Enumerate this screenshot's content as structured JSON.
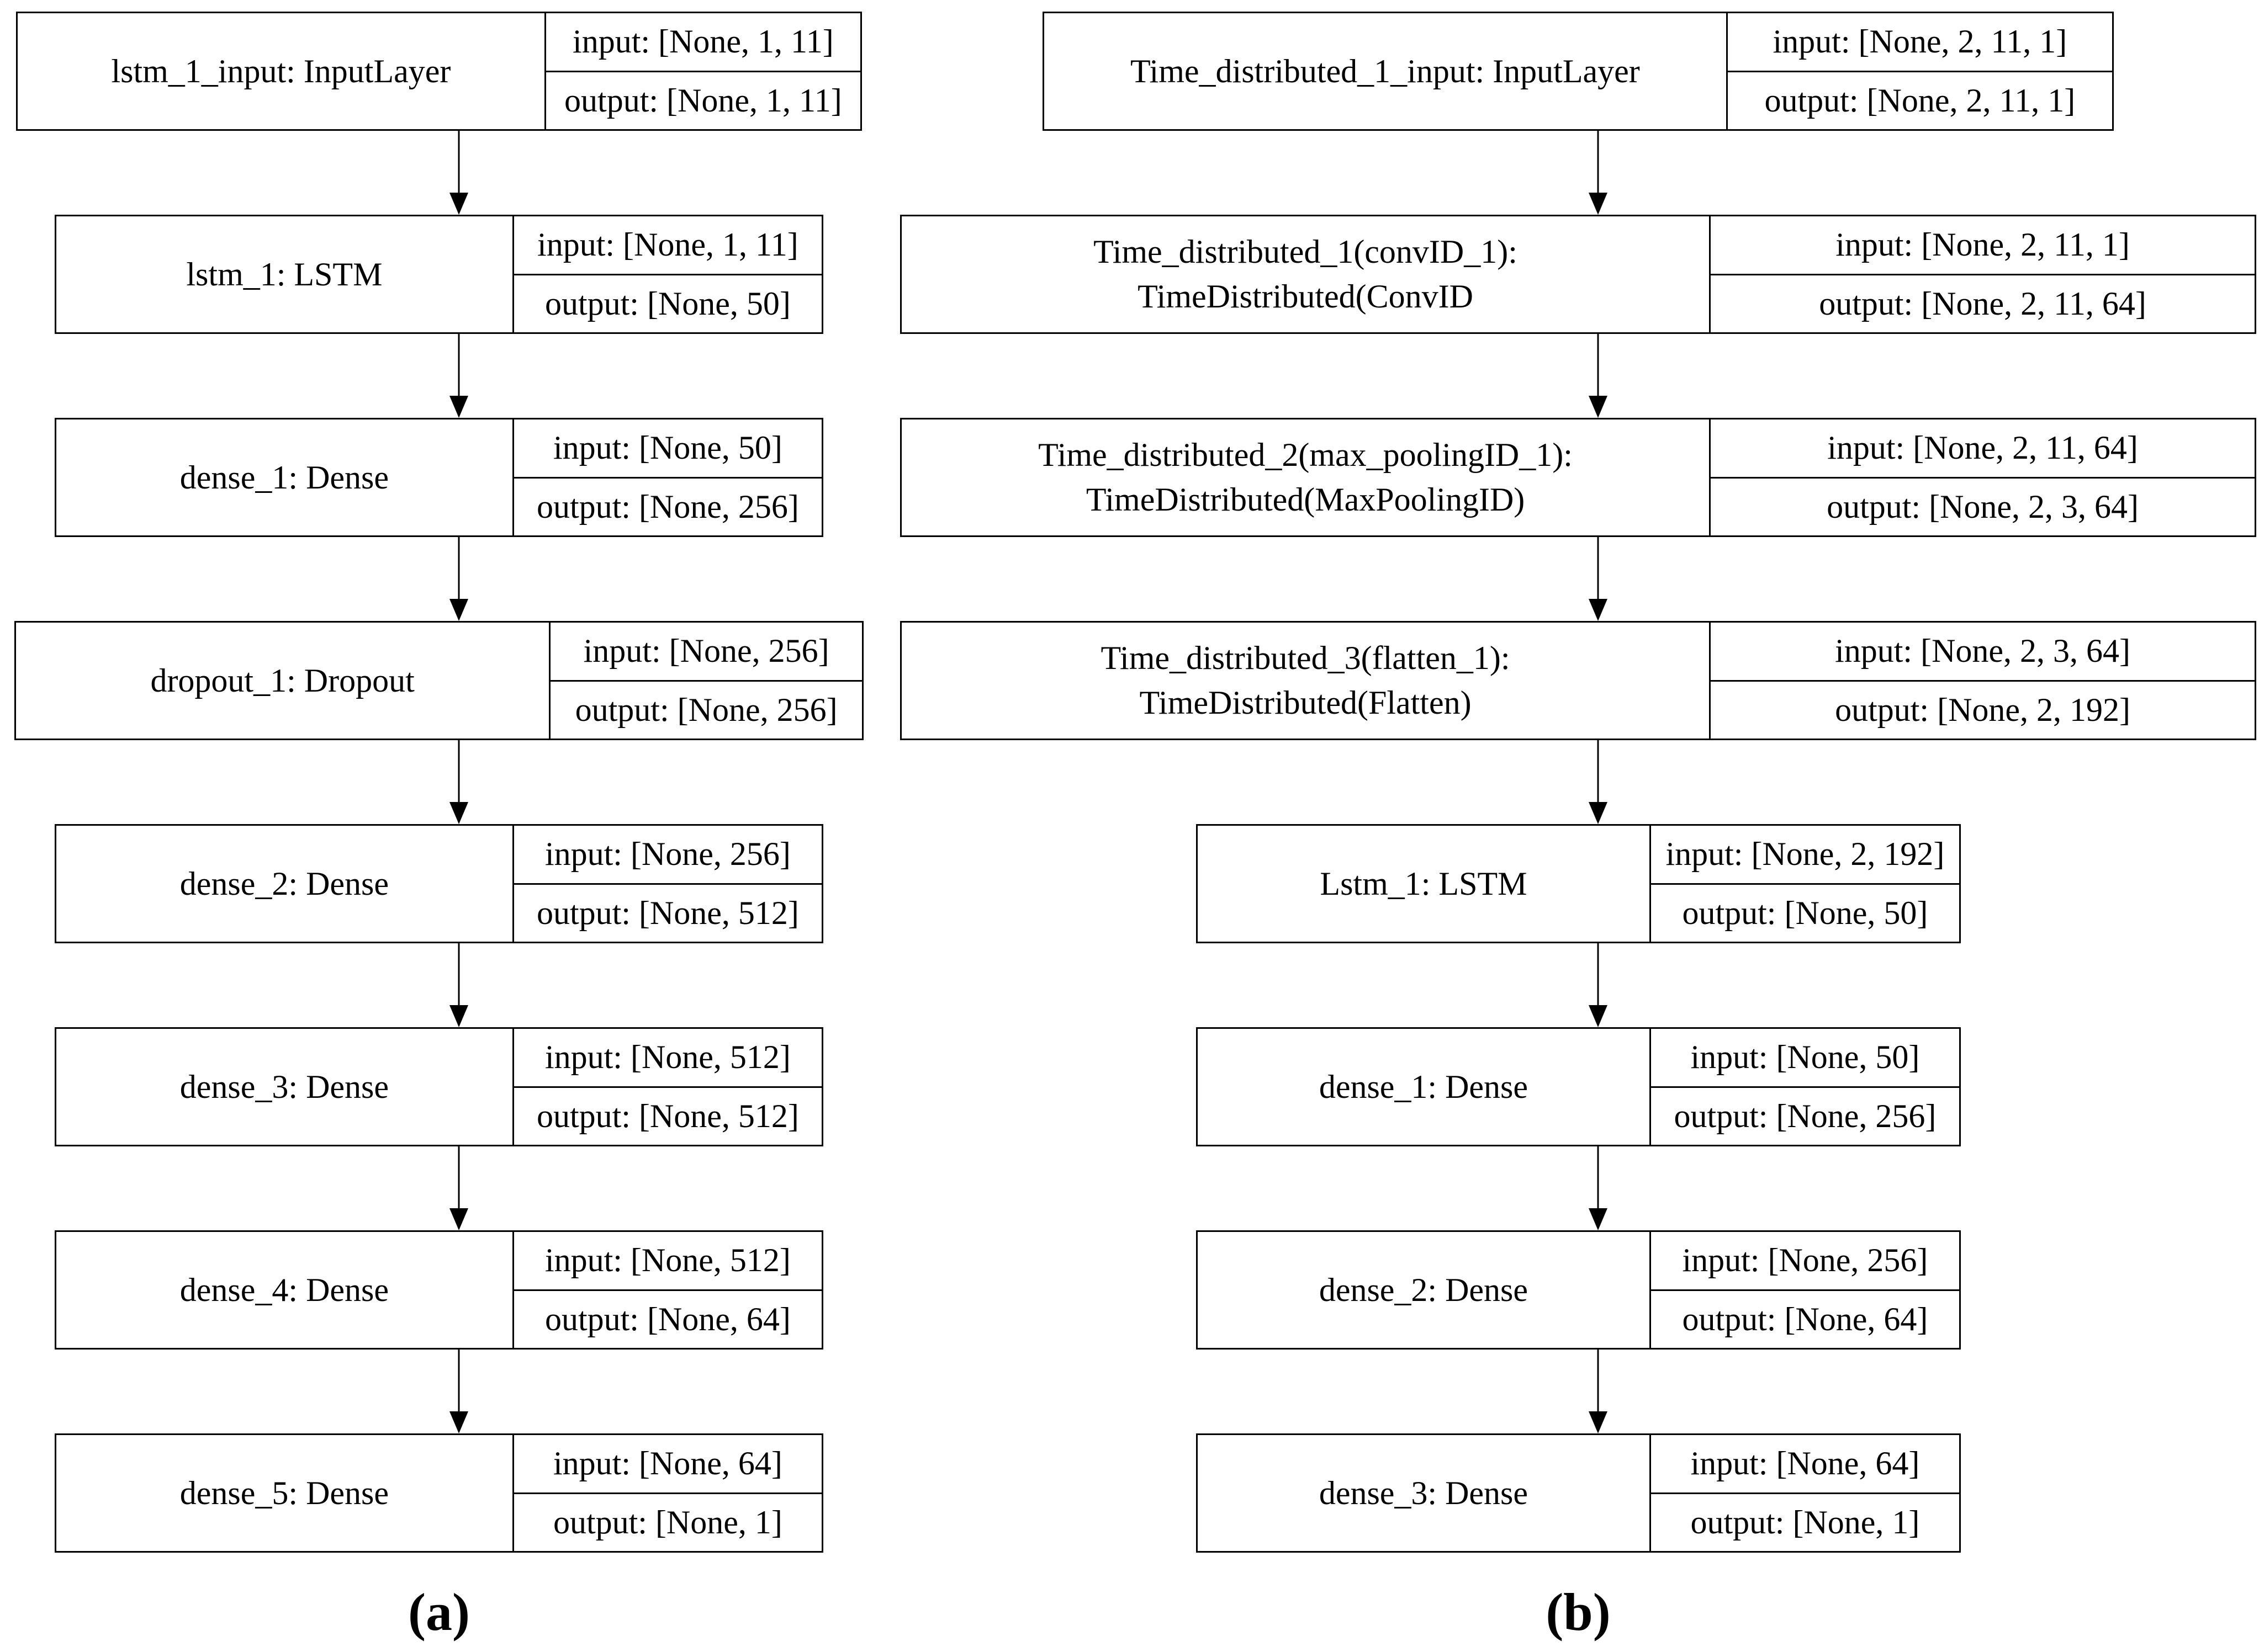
{
  "figure": {
    "panels": [
      {
        "label": "(a)",
        "nodes": [
          {
            "line1": "lstm_1_input: InputLayer",
            "line2": "",
            "input": "input: [None, 1, 11]",
            "output": "output: [None, 1, 11]"
          },
          {
            "line1": "lstm_1: LSTM",
            "line2": "",
            "input": "input: [None, 1, 11]",
            "output": "output: [None, 50]"
          },
          {
            "line1": "dense_1: Dense",
            "line2": "",
            "input": "input: [None, 50]",
            "output": "output: [None, 256]"
          },
          {
            "line1": "dropout_1: Dropout",
            "line2": "",
            "input": "input: [None, 256]",
            "output": "output: [None, 256]"
          },
          {
            "line1": "dense_2: Dense",
            "line2": "",
            "input": "input: [None, 256]",
            "output": "output: [None, 512]"
          },
          {
            "line1": "dense_3: Dense",
            "line2": "",
            "input": "input: [None, 512]",
            "output": "output: [None, 512]"
          },
          {
            "line1": "dense_4: Dense",
            "line2": "",
            "input": "input: [None, 512]",
            "output": "output: [None, 64]"
          },
          {
            "line1": "dense_5: Dense",
            "line2": "",
            "input": "input: [None, 64]",
            "output": "output: [None, 1]"
          }
        ]
      },
      {
        "label": "(b)",
        "nodes": [
          {
            "line1": "Time_distributed_1_input: InputLayer",
            "line2": "",
            "input": "input: [None, 2, 11, 1]",
            "output": "output: [None, 2, 11, 1]"
          },
          {
            "line1": "Time_distributed_1(convID_1):",
            "line2": "TimeDistributed(ConvID",
            "input": "input: [None, 2, 11, 1]",
            "output": "output: [None, 2, 11, 64]"
          },
          {
            "line1": "Time_distributed_2(max_poolingID_1):",
            "line2": "TimeDistributed(MaxPoolingID)",
            "input": "input: [None, 2, 11, 64]",
            "output": "output: [None, 2, 3, 64]"
          },
          {
            "line1": "Time_distributed_3(flatten_1):",
            "line2": "TimeDistributed(Flatten)",
            "input": "input: [None, 2, 3, 64]",
            "output": "output: [None, 2, 192]"
          },
          {
            "line1": "Lstm_1: LSTM",
            "line2": "",
            "input": "input: [None, 2, 192]",
            "output": "output: [None, 50]"
          },
          {
            "line1": "dense_1: Dense",
            "line2": "",
            "input": "input: [None, 50]",
            "output": "output: [None, 256]"
          },
          {
            "line1": "dense_2: Dense",
            "line2": "",
            "input": "input: [None, 256]",
            "output": "output: [None, 64]"
          },
          {
            "line1": "dense_3: Dense",
            "line2": "",
            "input": "input: [None, 64]",
            "output": "output: [None, 1]"
          }
        ]
      }
    ]
  }
}
